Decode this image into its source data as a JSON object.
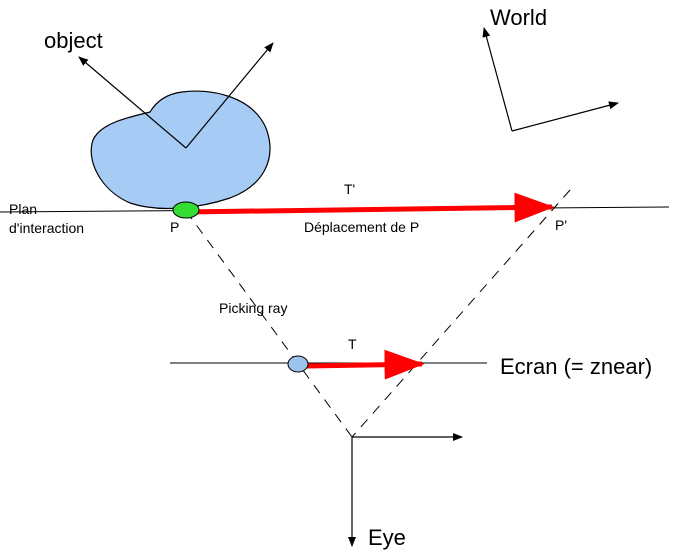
{
  "labels": {
    "object": "object",
    "world": "World",
    "plan_line1": "Plan",
    "plan_line2": "d'interaction",
    "p": "P",
    "t_prime": "T'",
    "deplacement": "Déplacement de P",
    "p_prime": "P'",
    "picking_ray": "Picking ray",
    "t": "T",
    "ecran": "Ecran (= znear)",
    "eye": "Eye"
  },
  "colors": {
    "object_fill": "#a6cbf5",
    "point_p_fill": "#33dd33",
    "point_screen_fill": "#9cc3ec",
    "translation_arrow": "#ff0000",
    "lines": "#000000"
  }
}
